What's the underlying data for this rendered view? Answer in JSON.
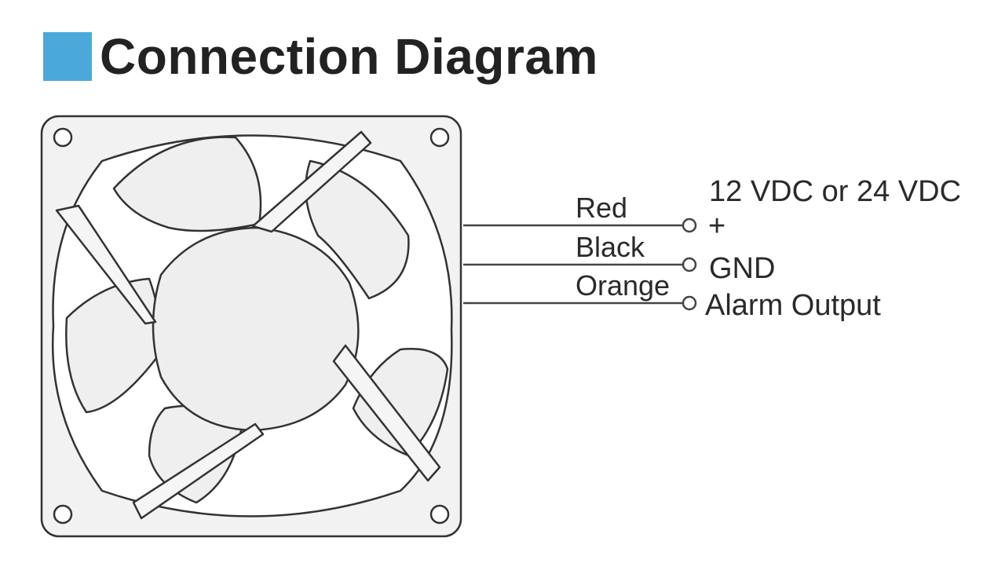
{
  "title": "Connection Diagram",
  "colors": {
    "accent": "#4aa8db",
    "fan_frame": "#f2f2f2",
    "fan_outline": "#333333",
    "wire": "#444444",
    "text": "#2a2a2a"
  },
  "wires": [
    {
      "color_label": "Red",
      "terminal_label": "+"
    },
    {
      "color_label": "Black",
      "terminal_label": "GND"
    },
    {
      "color_label": "Orange",
      "terminal_label": "Alarm Output"
    }
  ],
  "supply_label": "12 VDC or 24 VDC"
}
